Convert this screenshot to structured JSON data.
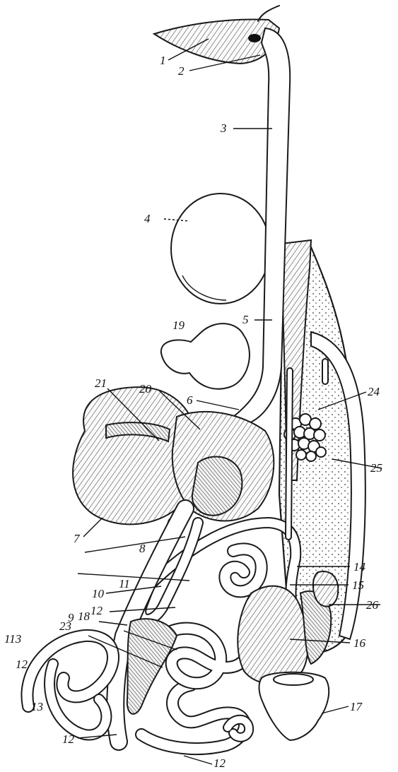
{
  "labels": [
    {
      "id": "l1",
      "text": "1"
    },
    {
      "id": "l2",
      "text": "2"
    },
    {
      "id": "l3",
      "text": "3"
    },
    {
      "id": "l4",
      "text": "4"
    },
    {
      "id": "l5",
      "text": "5"
    },
    {
      "id": "l6",
      "text": "6"
    },
    {
      "id": "l7",
      "text": "7"
    },
    {
      "id": "l8",
      "text": "8"
    },
    {
      "id": "l9",
      "text": "9"
    },
    {
      "id": "l10",
      "text": "10"
    },
    {
      "id": "l11",
      "text": "11"
    },
    {
      "id": "l12a",
      "text": "12"
    },
    {
      "id": "l12b",
      "text": "12"
    },
    {
      "id": "l12c",
      "text": "12"
    },
    {
      "id": "l12d",
      "text": "12"
    },
    {
      "id": "l13",
      "text": "13"
    },
    {
      "id": "l113",
      "text": "113"
    },
    {
      "id": "l14",
      "text": "14"
    },
    {
      "id": "l15",
      "text": "15"
    },
    {
      "id": "l16",
      "text": "16"
    },
    {
      "id": "l17",
      "text": "17"
    },
    {
      "id": "l18",
      "text": "18"
    },
    {
      "id": "l19",
      "text": "19"
    },
    {
      "id": "l20",
      "text": "20"
    },
    {
      "id": "l21",
      "text": "21"
    },
    {
      "id": "l23",
      "text": "23"
    },
    {
      "id": "l24",
      "text": "24"
    },
    {
      "id": "l25",
      "text": "25"
    },
    {
      "id": "l26",
      "text": "26"
    }
  ]
}
